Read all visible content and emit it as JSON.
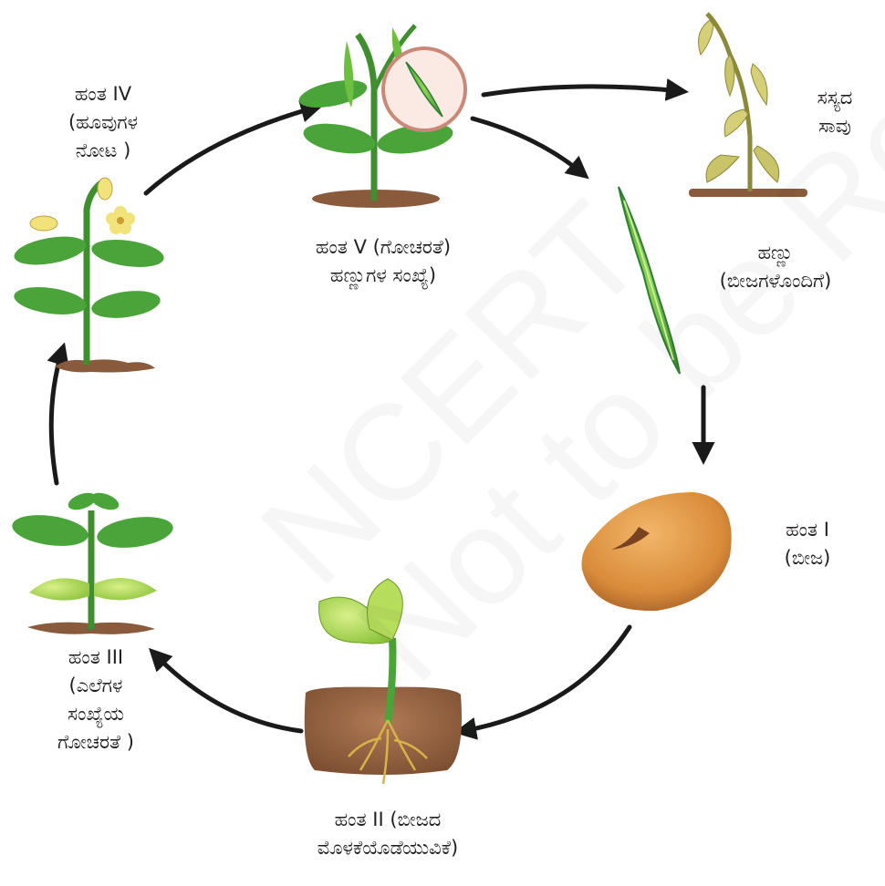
{
  "stages": {
    "stage4": {
      "line1": "ಹಂತ IV",
      "line2": "(ಹೂವುಗಳ",
      "line3": "ನೋಟ )"
    },
    "stage5": {
      "line1": "ಹಂತ V (ಗೋಚರತೆ)",
      "line2": "ಹಣ್ಣುಗಳ ಸಂಖ್ಯೆ)"
    },
    "death": {
      "line1": "ಸಸ್ಯದ",
      "line2": "ಸಾವು"
    },
    "fruit": {
      "line1": "ಹಣ್ಣು",
      "line2": "(ಬೀಜಗಳೊಂದಿಗೆ)"
    },
    "stage1": {
      "line1": "ಹಂತ I",
      "line2": "(ಬೀಜ)"
    },
    "stage2": {
      "line1": "ಹಂತ II (ಬೀಜದ",
      "line2": "ಮೊಳಕೆಯೊಡೆಯುವಿಕೆ)"
    },
    "stage3": {
      "line1": "ಹಂತ III",
      "line2": "(ಎಲೆಗಳ",
      "line3": "ಸಂಖ್ಯೆಯ",
      "line4": "ಗೋಚರತೆ )"
    }
  },
  "watermark": {
    "line1": "NCERT",
    "line2": "Not to be Republished"
  },
  "colors": {
    "arrow": "#1a1a1a",
    "leaf": "#4ba43a",
    "leaf_dark": "#2e7d32",
    "stem": "#3f8f2f",
    "soil": "#8a5a3c",
    "seed": "#d98c3a",
    "pod": "#6cbf3f",
    "flower": "#f2e27a",
    "wilted": "#c9c36a"
  }
}
